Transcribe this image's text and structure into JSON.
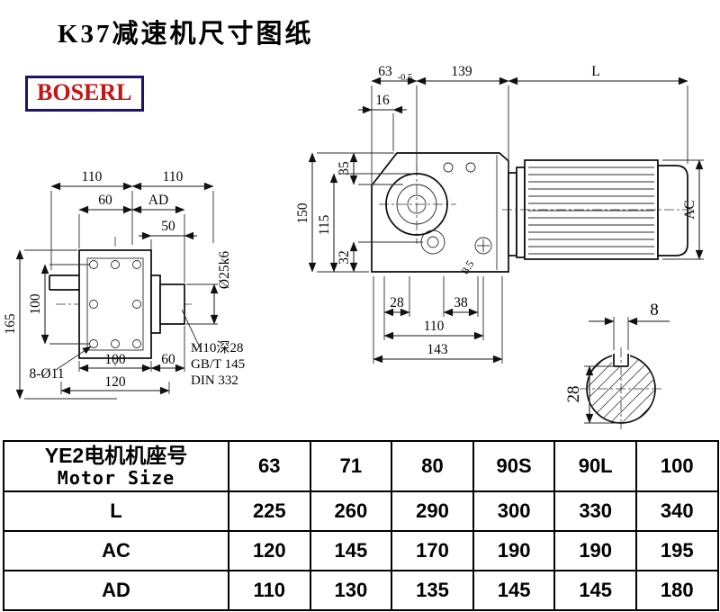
{
  "page": {
    "title": "K37减速机尺寸图纸",
    "brand": "BOSERL"
  },
  "front_view": {
    "dim_width_left": "110",
    "dim_width_right": "110",
    "dim_60": "60",
    "dim_ad": "AD",
    "dim_50": "50",
    "dim_shaft_dia": "Ø25k6",
    "dim_165": "165",
    "dim_100_vertical": "100",
    "dim_100_bottom": "100",
    "dim_60_bottom": "60",
    "dim_120": "120",
    "holes_note": "8-Ø11",
    "note_tap": "M10深28",
    "note_gbt": "GB/T 145",
    "note_din": "DIN 332"
  },
  "side_view": {
    "dim_63": "63",
    "dim_63_tol": "-0.5",
    "dim_16": "16",
    "dim_139": "139",
    "dim_L": "L",
    "dim_35": "35",
    "dim_150": "150",
    "dim_115": "115",
    "dim_32": "32",
    "dim_28": "28",
    "dim_38": "38",
    "dim_110": "110",
    "dim_143": "143",
    "dim_AC": "AC",
    "dim_85": "8.5"
  },
  "shaft_view": {
    "dim_key_width": "8",
    "dim_28": "28"
  },
  "table": {
    "header_cn": "YE2电机机座号",
    "header_en": "Motor Size",
    "columns": [
      "63",
      "71",
      "80",
      "90S",
      "90L",
      "100"
    ],
    "rows": [
      {
        "label": "L",
        "values": [
          "225",
          "260",
          "290",
          "300",
          "330",
          "340"
        ]
      },
      {
        "label": "AC",
        "values": [
          "120",
          "145",
          "170",
          "190",
          "190",
          "195"
        ]
      },
      {
        "label": "AD",
        "values": [
          "110",
          "130",
          "135",
          "145",
          "145",
          "180"
        ]
      }
    ]
  }
}
